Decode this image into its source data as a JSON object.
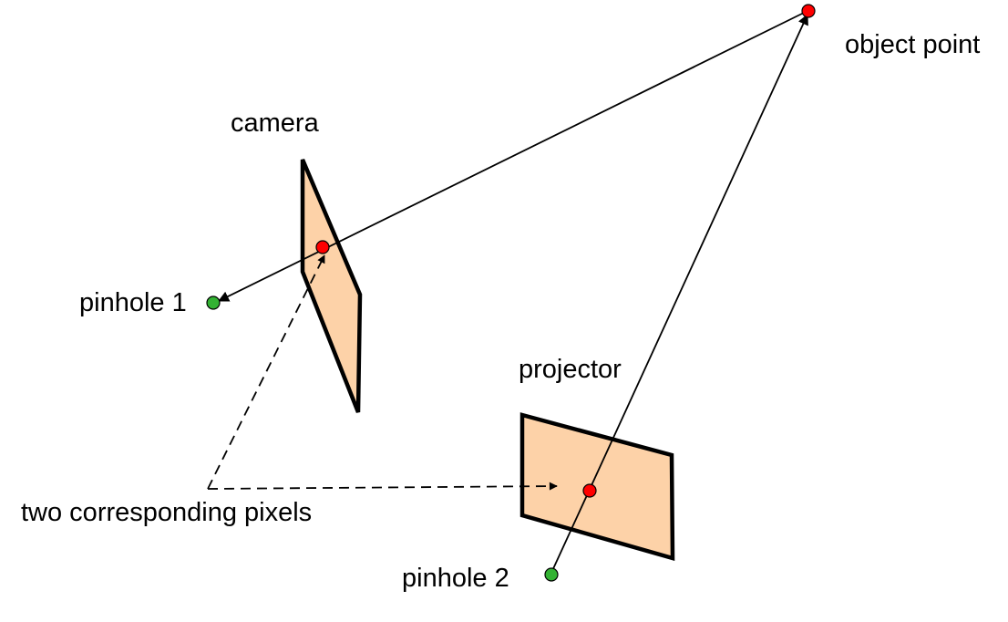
{
  "labels": {
    "object_point": "object point",
    "camera": "camera",
    "pinhole_1": "pinhole 1",
    "projector": "projector",
    "two_corresponding_pixels": "two corresponding pixels",
    "pinhole_2": "pinhole 2"
  },
  "colors": {
    "image_plane_fill": "#fdd2a8",
    "point_red": "#ff0000",
    "pinhole_green": "#33b233",
    "line": "#000000",
    "background": "#ffffff"
  }
}
